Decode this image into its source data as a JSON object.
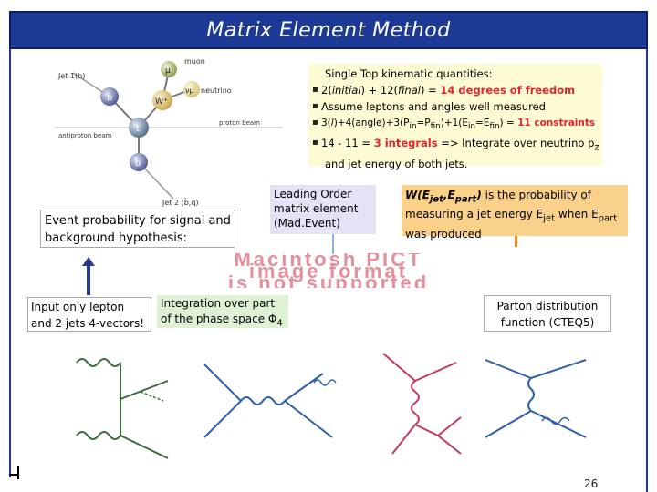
{
  "title": "Matrix Element Method",
  "kinematics": {
    "heading": "Single Top kinematic quantities:",
    "line1_pre": "2(",
    "line1_initial": "initial",
    "line1_mid": ") + 12(",
    "line1_final": "final",
    "line1_post": ") = ",
    "line1_result": "14 degrees of freedom",
    "line2": "Assume leptons and angles well measured",
    "line3_a": "3(",
    "line3_l": "l",
    "line3_b": ")+4(angle)+3(P",
    "line3_sub1": "in",
    "line3_c": "=P",
    "line3_sub2": "fin",
    "line3_d": ")+1(E",
    "line3_sub3": "in",
    "line3_e": "=E",
    "line3_sub4": "fin",
    "line3_f": ") = ",
    "line3_result": "11 constraints",
    "line4_pre": "14 - 11 = ",
    "line4_result": "3 integrals",
    "line4_post": " => Integrate over neutrino p",
    "line4_sub": "z",
    "line5": "and jet energy of both jets."
  },
  "event_probability": "Event probability for signal and background hypothesis:",
  "leading_order": "Leading Order matrix element (Mad.Event)",
  "transfer": {
    "w_label": "W(E",
    "w_sub1": "jet",
    "w_comma": ",E",
    "w_sub2": "part",
    "w_close": ")",
    "text1": " is the probability of measuring a jet energy E",
    "text_sub": "jet",
    "text2": " when E",
    "text_sub2": "part",
    "text3": " was produced"
  },
  "input": "Input only lepton and 2 jets 4-vectors!",
  "integration": "Integration over part of the phase space Φ",
  "integration_sub": "4",
  "parton": "Parton distribution function (CTEQ5)",
  "pict_lines": [
    "Macintosh PICT",
    "image format",
    "is not supported"
  ],
  "diagram_labels": {
    "muon": "muon",
    "neutrino": "neutrino",
    "proton_beam": "proton beam",
    "antiproton_beam": "antiproton beam",
    "jet1": "Jet 1(b)",
    "jet2": "Jet 2 (b̄,q)",
    "b": "b",
    "w": "W⁺",
    "t": "t",
    "mu": "μ",
    "nu": "νμ",
    "bbar": "b̄"
  },
  "page_number": "26",
  "colors": {
    "title_bar": "#1c3a95",
    "red_emphasis": "#e2262b",
    "box_yellow": "#fdfbd3",
    "box_lavender": "#e4e3f5",
    "box_orange": "#fad18b",
    "box_green": "#dff1d5"
  }
}
